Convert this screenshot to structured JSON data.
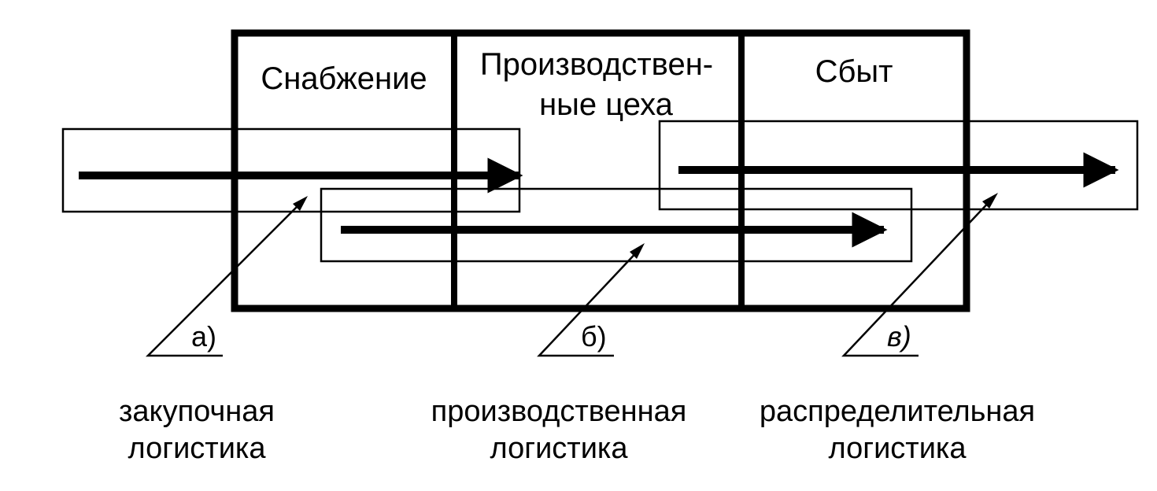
{
  "departments": {
    "supply": "Снабжение",
    "production_line1": "Производствен-",
    "production_line2": "ные цеха",
    "sales": "Сбыт"
  },
  "callouts": {
    "a": "а)",
    "b": "б)",
    "c": "в)"
  },
  "labels": {
    "procurement_line1": "закупочная",
    "procurement_line2": "логистика",
    "production_line1": "производственная",
    "production_line2": "логистика",
    "distribution_line1": "распределительная",
    "distribution_line2": "логистика"
  },
  "colors": {
    "ink": "#000000",
    "background": "#ffffff"
  }
}
